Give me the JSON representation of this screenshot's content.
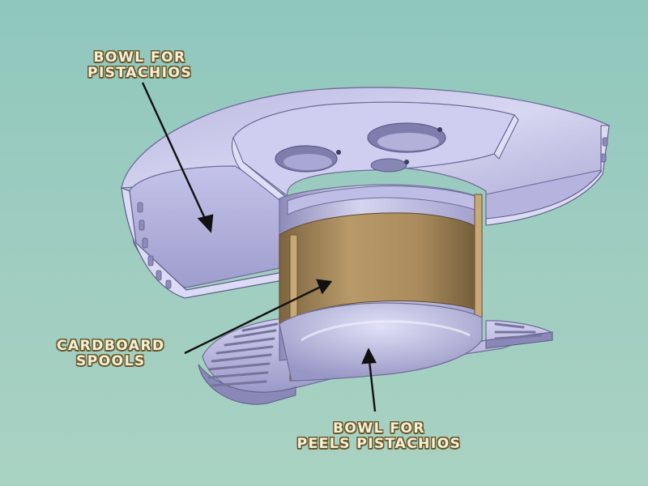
{
  "labels": {
    "bowl_pistachios": {
      "line1": "BOWL FOR",
      "line2": "PISTACHIOS"
    },
    "cardboard_spools": {
      "line1": "CARDBOARD",
      "line2": "SPOOLS"
    },
    "bowl_peels": {
      "line1": "BOWL FOR",
      "line2": "PEELS PISTACHIOS"
    }
  },
  "colors": {
    "background": "#9dccc0",
    "part_body": "#c9c8e8",
    "part_shadow": "#8e8cb8",
    "cardboard": "#a88a5c",
    "label_text": "#f6efd9"
  }
}
